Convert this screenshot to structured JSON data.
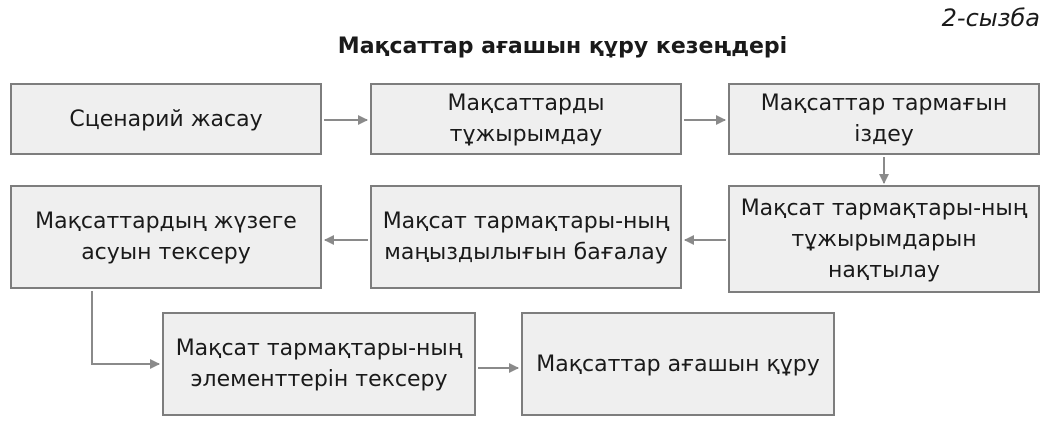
{
  "scheme_label": "2-сызба",
  "title": "Мақсаттар ағашын құру кезеңдері",
  "colors": {
    "box_fill": "#efefef",
    "box_border": "#7d7d7d",
    "arrow": "#8a8a8a"
  },
  "steps": {
    "s1": "Сценарий жасау",
    "s2": "Мақсаттарды тұжырымдау",
    "s3": "Мақсаттар тармағын іздеу",
    "s4": "Мақсат тармақтары-ның тұжырымдарын нақтылау",
    "s5": "Мақсат тармақтары-ның маңыздылығын бағалау",
    "s6": "Мақсаттардың жүзеге асуын тексеру",
    "s7": "Мақсат тармақтары-ның элементтерін тексеру",
    "s8": "Мақсаттар ағашын құру"
  }
}
